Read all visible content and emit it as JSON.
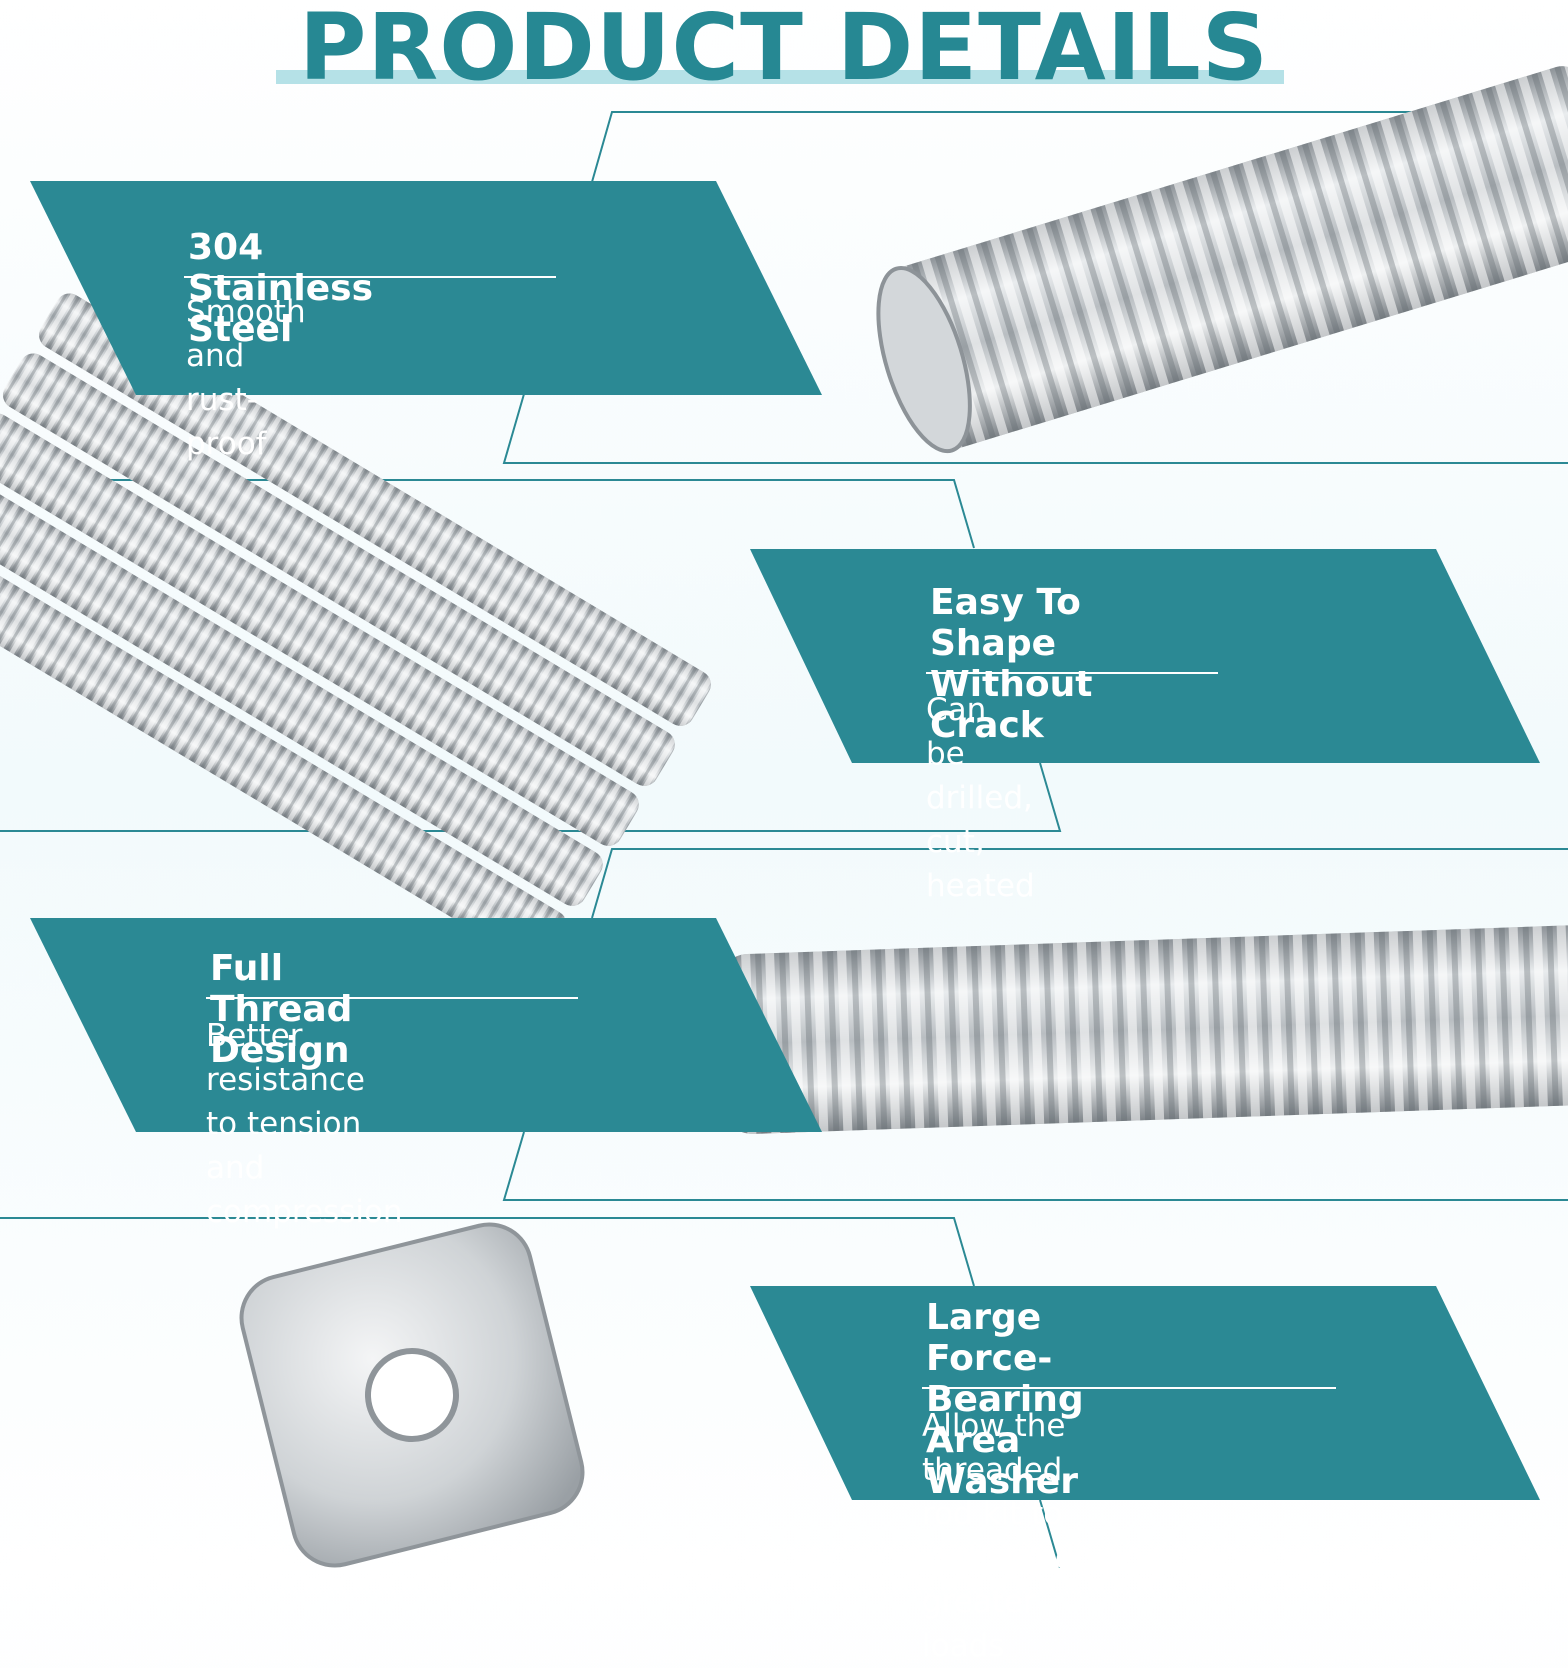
{
  "page": {
    "title": "PRODUCT DETAILS",
    "accent_color": "#268893",
    "underline_color": "#b5e1e7",
    "frame_line_color": "#2b8994"
  },
  "features": [
    {
      "heading": "304 Stainless Steel",
      "description": "Smooth and rust-proof",
      "image": "threaded-rod-end-closeup"
    },
    {
      "heading": "Easy To Shape\nWithout Crack",
      "description": "Can be drilled, cut, heated",
      "image": "threaded-rod-bundle"
    },
    {
      "heading": "Full Thread Design",
      "description": "Better resistance to tension\nand compression",
      "image": "threaded-rod-full-length"
    },
    {
      "heading": "Large Force-Bearing\nArea Washer",
      "description": "Allow the threaded rod kit to\nwithstand greater loads",
      "image": "square-washer"
    }
  ]
}
